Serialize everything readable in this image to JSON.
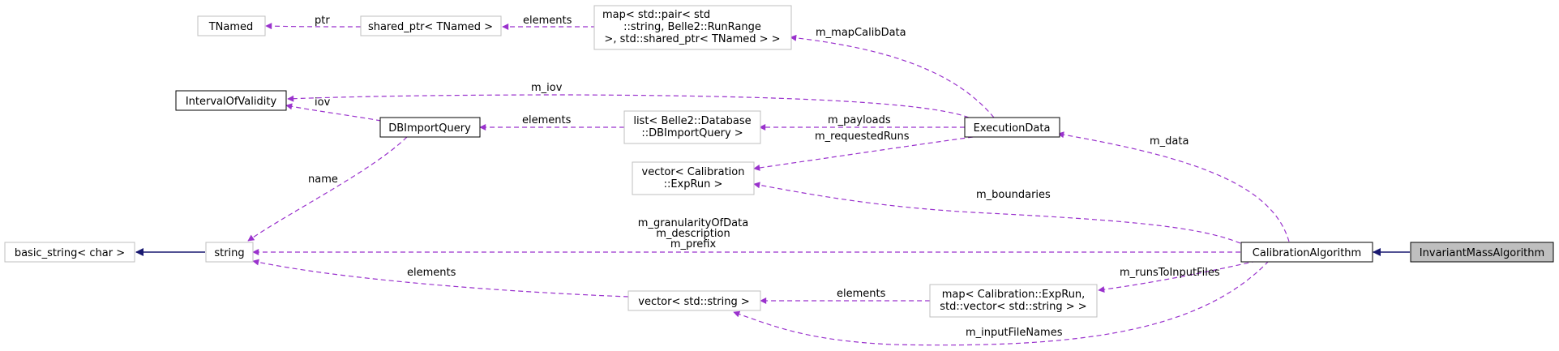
{
  "colors": {
    "usage_edge": "#9a32cd",
    "inherit_edge": "#191970",
    "node_border_default": "#bfbfbf",
    "node_border_strong": "#000000",
    "node_fill_highlight": "#bfbfbf"
  },
  "nodes": {
    "tnamed": [
      "TNamed"
    ],
    "shared_ptr": [
      "shared_ptr< TNamed >"
    ],
    "map_calib": [
      "map< std::pair< std",
      "::string, Belle2::RunRange",
      " >, std::shared_ptr< TNamed > >"
    ],
    "interval": [
      "IntervalOfValidity"
    ],
    "dbimport": [
      "DBImportQuery"
    ],
    "list_db": [
      "list< Belle2::Database",
      "::DBImportQuery >"
    ],
    "execdata": [
      "ExecutionData"
    ],
    "vector_exprun": [
      "vector< Calibration",
      "::ExpRun >"
    ],
    "basic_string": [
      "basic_string< char >"
    ],
    "string": [
      "string"
    ],
    "calib_algo": [
      "CalibrationAlgorithm"
    ],
    "invariant": [
      "InvariantMassAlgorithm"
    ],
    "vector_string": [
      "vector< std::string >"
    ],
    "map_exprun": [
      "map< Calibration::ExpRun,",
      "std::vector< std::string > >"
    ]
  },
  "edge_labels": {
    "ptr": "ptr",
    "elements_shared": "elements",
    "m_mapCalibData": "m_mapCalibData",
    "m_iov": "m_iov",
    "iov": "iov",
    "elements_list": "elements",
    "m_payloads": "m_payloads",
    "m_requestedRuns": "m_requestedRuns",
    "m_data": "m_data",
    "name": "name",
    "m_boundaries": "m_boundaries",
    "string_members": [
      "m_granularityOfData",
      "m_description",
      "m_prefix"
    ],
    "elements_vector": "elements",
    "elements_map": "elements",
    "m_runsToInputFiles": "m_runsToInputFiles",
    "m_inputFileNames": "m_inputFileNames"
  }
}
